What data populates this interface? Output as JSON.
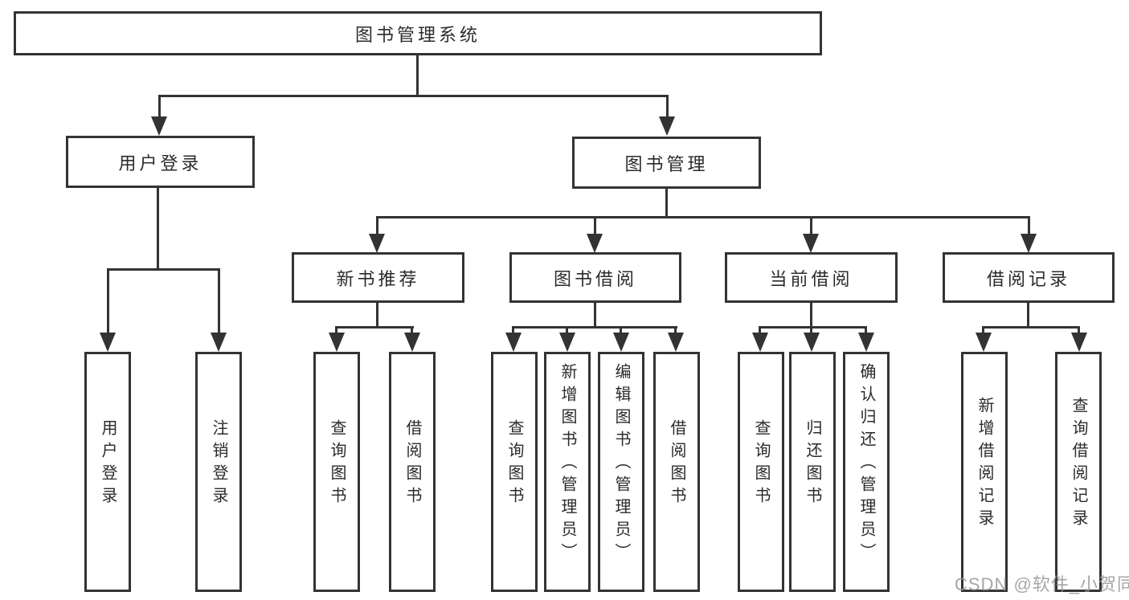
{
  "diagram": {
    "root": "图书管理系统",
    "branches": [
      {
        "label": "用户登录",
        "children": [
          "用户登录",
          "注销登录"
        ]
      },
      {
        "label": "图书管理",
        "sections": [
          {
            "label": "新书推荐",
            "children": [
              "查询图书",
              "借阅图书"
            ]
          },
          {
            "label": "图书借阅",
            "children": [
              "查询图书",
              "新增图书（管理员）",
              "编辑图书（管理员）",
              "借阅图书"
            ]
          },
          {
            "label": "当前借阅",
            "children": [
              "查询图书",
              "归还图书",
              "确认归还（管理员）"
            ]
          },
          {
            "label": "借阅记录",
            "children": [
              "新增借阅记录",
              "查询借阅记录"
            ]
          }
        ]
      }
    ]
  },
  "watermark": {
    "text": "CSDN @软件_小贺同学"
  },
  "colors": {
    "line": "#333333",
    "text": "#2b2b2b",
    "background": "#ffffff",
    "watermark": "#969696"
  }
}
